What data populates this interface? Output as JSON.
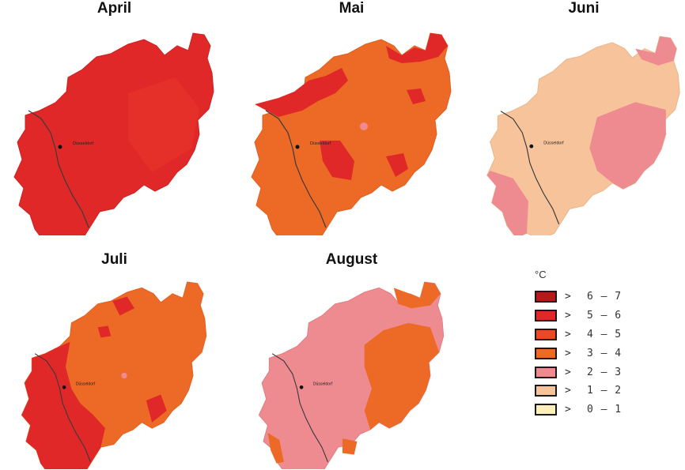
{
  "maps": [
    {
      "title": "April",
      "city_label": "Düsseldorf",
      "base_class": "5-6",
      "patches": []
    },
    {
      "title": "Mai",
      "city_label": "Düsseldorf",
      "base_class": "3-4",
      "patches": [
        "5-6",
        "5-6",
        "5-6"
      ]
    },
    {
      "title": "Juni",
      "city_label": "Düsseldorf",
      "base_class": "1-2",
      "patches": [
        "2-3",
        "2-3"
      ]
    },
    {
      "title": "Juli",
      "city_label": "Düsseldorf",
      "base_class": "3-4",
      "patches": [
        "5-6",
        "5-6"
      ]
    },
    {
      "title": "August",
      "city_label": "Düsseldorf",
      "base_class": "2-3",
      "patches": [
        "3-4",
        "3-4"
      ]
    }
  ],
  "legend": {
    "unit": "°C",
    "items": [
      {
        "symbol": ">",
        "range": "6 – 7",
        "color": "#b51a1a"
      },
      {
        "symbol": ">",
        "range": "5 – 6",
        "color": "#e02828"
      },
      {
        "symbol": ">",
        "range": "4 – 5",
        "color": "#e84a23"
      },
      {
        "symbol": ">",
        "range": "3 – 4",
        "color": "#ec6a25"
      },
      {
        "symbol": ">",
        "range": "2 – 3",
        "color": "#ee8b90"
      },
      {
        "symbol": ">",
        "range": "1 – 2",
        "color": "#f7c39a"
      },
      {
        "symbol": ">",
        "range": "0 – 1",
        "color": "#fdf0bd"
      }
    ]
  }
}
